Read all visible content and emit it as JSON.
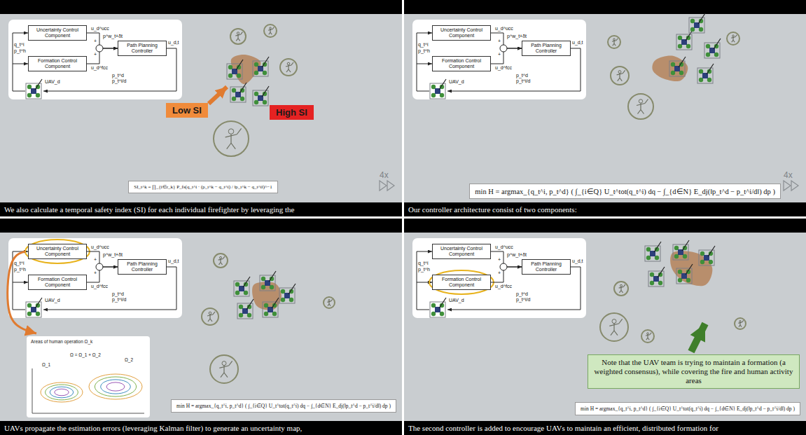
{
  "diagram": {
    "nodes": [
      {
        "text": [
          "Uncertainty Control Component"
        ]
      },
      {
        "text": [
          "Formation Control Component"
        ]
      },
      {
        "text": [
          "Path Planning Controller"
        ]
      },
      {
        "text": [
          "Low SI"
        ]
      },
      {
        "text": [
          "High SI"
        ]
      },
      {
        "text": [
          "SI_t^k = ∏_{i∈r_k} P_fs(q_t^i · (p_t^k − q_t^i) / ‖p_t^k − q_t^i‖)^−1"
        ]
      },
      {
        "text": [
          "We also calculate a temporal safety index (SI) for each individual firefighter by leveraging the"
        ]
      },
      {
        "text": [
          "Uncertainty Control Component"
        ]
      },
      {
        "text": [
          "Formation Control Component"
        ]
      },
      {
        "text": [
          "Path Planning Controller"
        ]
      },
      {
        "text": [
          "min H = argmax_{q_t^i, p_t^d} ( ∫_{i∈Q} U_t^tot(q_t^i) dq − ∫_{d∈N} E_dj(‖p_t^d − p_t^i/d‖) dp )"
        ]
      },
      {
        "text": [
          "Our controller architecture consist of two components:"
        ]
      },
      {
        "text": [
          "Uncertainty Control Component"
        ]
      },
      {
        "text": [
          "Formation Control Component"
        ]
      },
      {
        "text": [
          "Path Planning Controller"
        ]
      },
      {
        "text": [
          "Areas of human operation Ω_k"
        ]
      },
      {
        "text": [
          "min H = argmax_{q_t^i, p_t^d} ( ∫_{i∈Q} U_t^tot(q_t^i) dq − ∫_{d∈N} E_dj(‖p_t^d − p_t^i/d‖) dp )"
        ]
      },
      {
        "text": [
          "UAVs propagate the estimation errors (leveraging Kalman filter) to generate an uncertainty map,"
        ]
      },
      {
        "text": [
          "Uncertainty Control Component"
        ]
      },
      {
        "text": [
          "Formation Control Component"
        ]
      },
      {
        "text": [
          "Path Planning Controller"
        ]
      },
      {
        "text": [
          "Note that the UAV team is trying to maintain a formation (a weighted consensus), while covering the fire and human activity areas"
        ]
      },
      {
        "text": [
          "min H = argmax_{q_t^i, p_t^d} ( ∫_{i∈Q} U_t^tot(q_t^i) dq − ∫_{d∈N} E_dj(‖p_t^d − p_t^i/d‖) dp )"
        ]
      },
      {
        "text": [
          "The second controller is added to encourage UAVs to maintain an efficient, distributed formation for"
        ]
      }
    ],
    "edges": [
      {
        "from": 0,
        "to": 2,
        "arrow": "to",
        "label": "u_d^ucc"
      },
      {
        "from": 1,
        "to": 2,
        "arrow": "to",
        "label": "u_d^fcc"
      },
      {
        "from": 7,
        "to": 9,
        "arrow": "to",
        "label": "u_d^ucc"
      },
      {
        "from": 8,
        "to": 9,
        "arrow": "to",
        "label": "u_d^fcc"
      },
      {
        "from": 12,
        "to": 14,
        "arrow": "to",
        "label": "u_d^ucc"
      },
      {
        "from": 13,
        "to": 14,
        "arrow": "to",
        "label": "u_d^fcc"
      },
      {
        "from": 18,
        "to": 20,
        "arrow": "to",
        "label": "u_d^ucc"
      },
      {
        "from": 19,
        "to": 20,
        "arrow": "to",
        "label": "u_d^fcc"
      }
    ],
    "labels": [
      "q_t^i",
      "p_t^h",
      "+",
      "+",
      "p^w_t+δt",
      "u_d,t",
      "UAV_d",
      "p_t^d",
      "p_t^i/d",
      "4x",
      "q_t^i",
      "p_t^h",
      "+",
      "+",
      "p^w_t+δt",
      "u_d,t",
      "UAV_d",
      "p_t^d",
      "p_t^i/d",
      "4x",
      "q_t^i",
      "p_t^h",
      "+",
      "+",
      "p^w_t+δt",
      "u_d,t",
      "UAV_d",
      "p_t^d",
      "p_t^i/d",
      "Ω_1",
      "Ω_2",
      "Ω = Ω_1 + Ω_2",
      "q_t^i",
      "p_t^h",
      "+",
      "+",
      "p^w_t+δt",
      "u_d,t",
      "UAV_d",
      "p_t^d",
      "p_t^i/d"
    ]
  }
}
